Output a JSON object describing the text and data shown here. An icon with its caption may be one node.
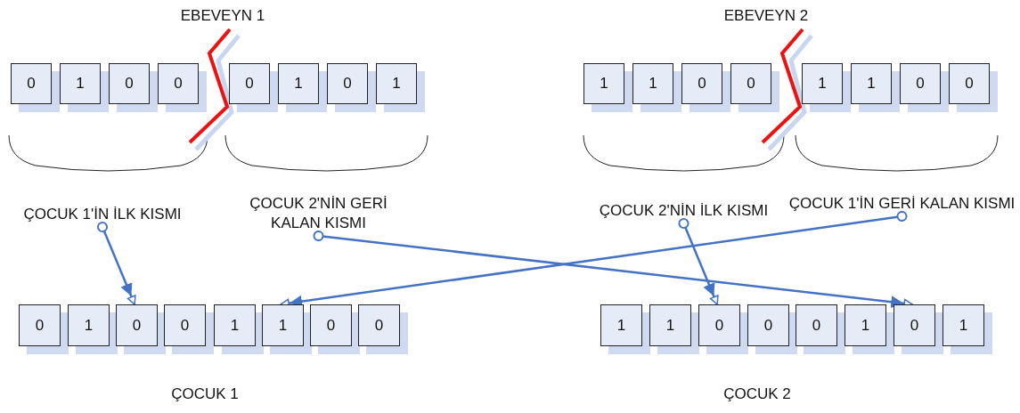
{
  "diagram": {
    "nodes": [
      {
        "text": [
          "0"
        ]
      },
      {
        "text": [
          "1"
        ]
      },
      {
        "text": [
          "0"
        ]
      },
      {
        "text": [
          "0"
        ]
      },
      {
        "text": [
          "0"
        ]
      },
      {
        "text": [
          "1"
        ]
      },
      {
        "text": [
          "0"
        ]
      },
      {
        "text": [
          "1"
        ]
      },
      {
        "text": [
          "1"
        ]
      },
      {
        "text": [
          "1"
        ]
      },
      {
        "text": [
          "0"
        ]
      },
      {
        "text": [
          "0"
        ]
      },
      {
        "text": [
          "1"
        ]
      },
      {
        "text": [
          "1"
        ]
      },
      {
        "text": [
          "0"
        ]
      },
      {
        "text": [
          "0"
        ]
      },
      {
        "text": [
          "ÇOCUK 1'İN İLK KISMI"
        ]
      },
      {
        "text": [
          "ÇOCUK 2'NİN GERİ KALAN KISMI"
        ]
      },
      {
        "text": [
          "ÇOCUK 2'NİN İLK KISMI"
        ]
      },
      {
        "text": [
          "ÇOCUK 1'İN GERİ KALAN KISMI"
        ]
      },
      {
        "text": [
          "0"
        ]
      },
      {
        "text": [
          "1"
        ]
      },
      {
        "text": [
          "0"
        ]
      },
      {
        "text": [
          "0"
        ]
      },
      {
        "text": [
          "1"
        ]
      },
      {
        "text": [
          "1"
        ]
      },
      {
        "text": [
          "0"
        ]
      },
      {
        "text": [
          "0"
        ]
      },
      {
        "text": [
          "1"
        ]
      },
      {
        "text": [
          "1"
        ]
      },
      {
        "text": [
          "0"
        ]
      },
      {
        "text": [
          "0"
        ]
      },
      {
        "text": [
          "0"
        ]
      },
      {
        "text": [
          "1"
        ]
      },
      {
        "text": [
          "0"
        ]
      },
      {
        "text": [
          "1"
        ]
      }
    ],
    "edges": [
      {
        "from": 16,
        "to": 22,
        "arrow": "to"
      },
      {
        "from": 17,
        "to": 34,
        "arrow": "to"
      },
      {
        "from": 18,
        "to": 30,
        "arrow": "to"
      },
      {
        "from": 19,
        "to": 25,
        "arrow": "to"
      }
    ],
    "labels": [
      "EBEVEYN 1",
      "EBEVEYN 2",
      "ÇOCUK 1",
      "ÇOCUK 2"
    ]
  }
}
